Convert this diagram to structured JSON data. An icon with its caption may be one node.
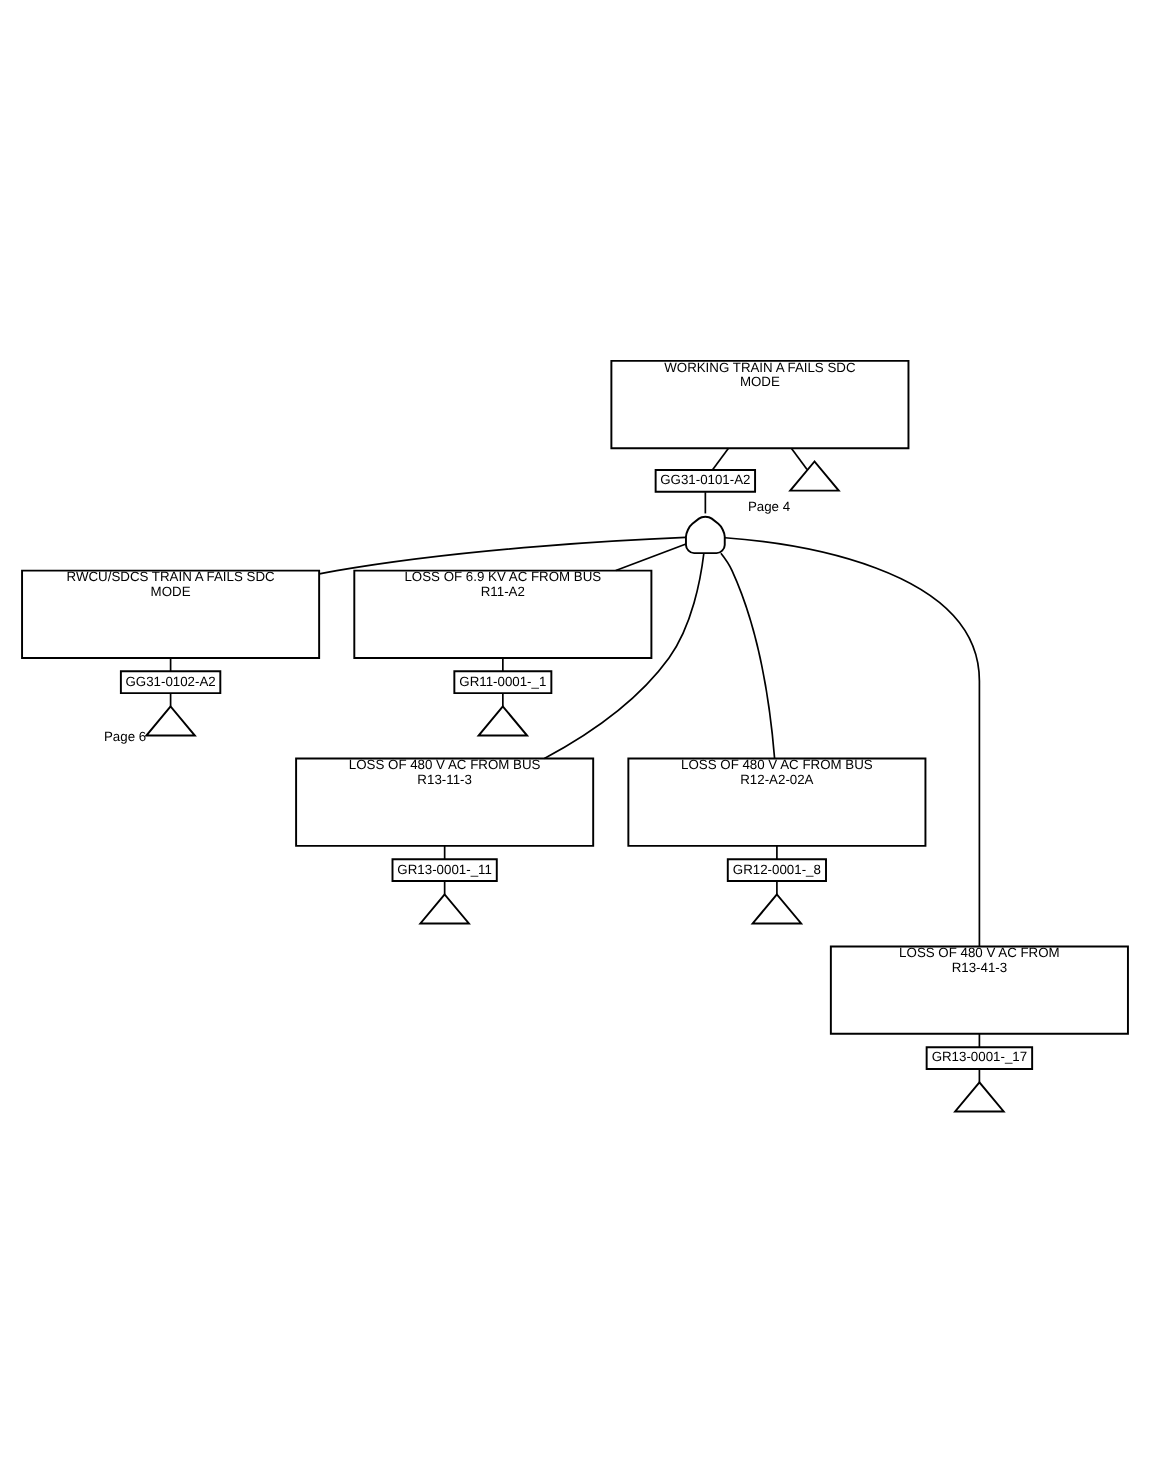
{
  "diagram": {
    "nodes": [
      {
        "text": [
          "WORKING TRAIN A FAILS SDC MODE"
        ]
      },
      {
        "text": [
          "GG31-0101-A2"
        ]
      },
      {
        "text": [],
        "shape": "triangle",
        "beside": [
          "Page 4"
        ]
      },
      {
        "text": [],
        "shape": "gate"
      },
      {
        "text": [
          "RWCU/SDCS TRAIN A FAILS SDC MODE"
        ]
      },
      {
        "text": [
          "GG31-0102-A2"
        ]
      },
      {
        "text": [],
        "shape": "triangle",
        "beside": [
          "Page 6"
        ]
      },
      {
        "text": [
          "LOSS OF 6.9 KV AC FROM BUS R11-A2"
        ]
      },
      {
        "text": [
          "GR11-0001-_1"
        ]
      },
      {
        "text": [],
        "shape": "triangle"
      },
      {
        "text": [
          "LOSS OF 480 V AC FROM BUS R13-11-3"
        ]
      },
      {
        "text": [
          "GR13-0001-_11"
        ]
      },
      {
        "text": [],
        "shape": "triangle"
      },
      {
        "text": [
          "LOSS OF 480 V AC FROM BUS R12-A2-02A"
        ]
      },
      {
        "text": [
          "GR12-0001-_8"
        ]
      },
      {
        "text": [],
        "shape": "triangle"
      },
      {
        "text": [
          "LOSS OF 480 V AC FROM R13-41-3"
        ]
      },
      {
        "text": [
          "GR13-0001-_17"
        ]
      },
      {
        "text": [],
        "shape": "triangle"
      }
    ],
    "edges": [
      {
        "from": 0,
        "to": 1,
        "arrow": "none"
      },
      {
        "from": 0,
        "to": 2,
        "arrow": "none"
      },
      {
        "from": 1,
        "to": 3,
        "arrow": "none"
      },
      {
        "from": 3,
        "to": 4,
        "arrow": "none"
      },
      {
        "from": 3,
        "to": 7,
        "arrow": "none"
      },
      {
        "from": 3,
        "to": 10,
        "arrow": "none"
      },
      {
        "from": 3,
        "to": 13,
        "arrow": "none"
      },
      {
        "from": 3,
        "to": 16,
        "arrow": "none"
      },
      {
        "from": 4,
        "to": 5,
        "arrow": "none"
      },
      {
        "from": 5,
        "to": 6,
        "arrow": "none"
      },
      {
        "from": 7,
        "to": 8,
        "arrow": "none"
      },
      {
        "from": 8,
        "to": 9,
        "arrow": "none"
      },
      {
        "from": 10,
        "to": 11,
        "arrow": "none"
      },
      {
        "from": 11,
        "to": 12,
        "arrow": "none"
      },
      {
        "from": 13,
        "to": 14,
        "arrow": "none"
      },
      {
        "from": 14,
        "to": 15,
        "arrow": "none"
      },
      {
        "from": 16,
        "to": 17,
        "arrow": "none"
      },
      {
        "from": 17,
        "to": 18,
        "arrow": "none"
      }
    ]
  }
}
